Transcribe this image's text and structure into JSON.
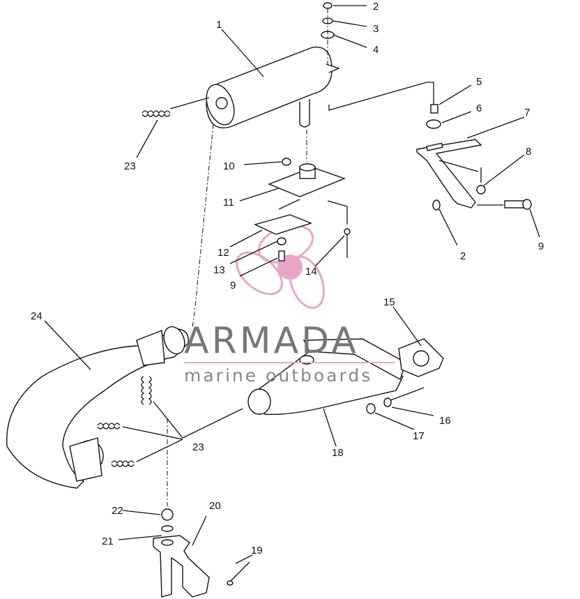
{
  "callouts": {
    "c1": "1",
    "c2a": "2",
    "c3": "3",
    "c4": "4",
    "c5": "5",
    "c6": "6",
    "c7": "7",
    "c8": "8",
    "c9a": "9",
    "c2b": "2",
    "c10": "10",
    "c11": "11",
    "c12": "12",
    "c13": "13",
    "c9b": "9",
    "c14": "14",
    "c23a": "23",
    "c24": "24",
    "c15": "15",
    "c16": "16",
    "c17": "17",
    "c18": "18",
    "c23b": "23",
    "c22": "22",
    "c21": "21",
    "c20": "20",
    "c19": "19"
  },
  "watermark": {
    "title": "ARMADA",
    "subtitle": "marine outboards",
    "logo_color": "#e8a6c8"
  }
}
